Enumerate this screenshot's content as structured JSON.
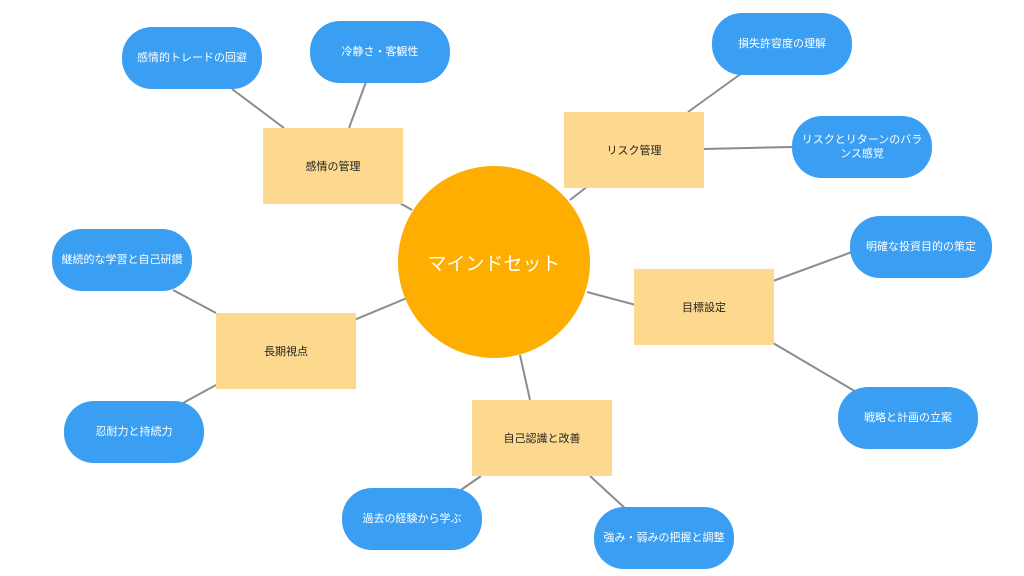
{
  "center": {
    "label": "マインドセット"
  },
  "topics": {
    "emotion": {
      "label": "感情の管理"
    },
    "risk": {
      "label": "リスク管理"
    },
    "goal": {
      "label": "目標設定"
    },
    "self": {
      "label": "自己認識と改善"
    },
    "longterm": {
      "label": "長期視点"
    }
  },
  "leaves": {
    "emotion_trade": {
      "label": "感情的トレードの回避"
    },
    "emotion_calm": {
      "label": "冷静さ・客観性"
    },
    "risk_tolerance": {
      "label": "損失許容度の理解"
    },
    "risk_balance": {
      "label": "リスクとリターンのバランス感覚"
    },
    "goal_clear": {
      "label": "明確な投資目的の策定"
    },
    "goal_plan": {
      "label": "戦略と計画の立案"
    },
    "self_past": {
      "label": "過去の経験から学ぶ"
    },
    "self_strength": {
      "label": "強み・弱みの把握と調整"
    },
    "long_learning": {
      "label": "継続的な学習と自己研鑽"
    },
    "long_patience": {
      "label": "忍耐力と持続力"
    }
  },
  "colors": {
    "center": "#fdae00",
    "topic": "#fdd98f",
    "leaf": "#3a9ff2",
    "connector": "#8c8c8c"
  }
}
